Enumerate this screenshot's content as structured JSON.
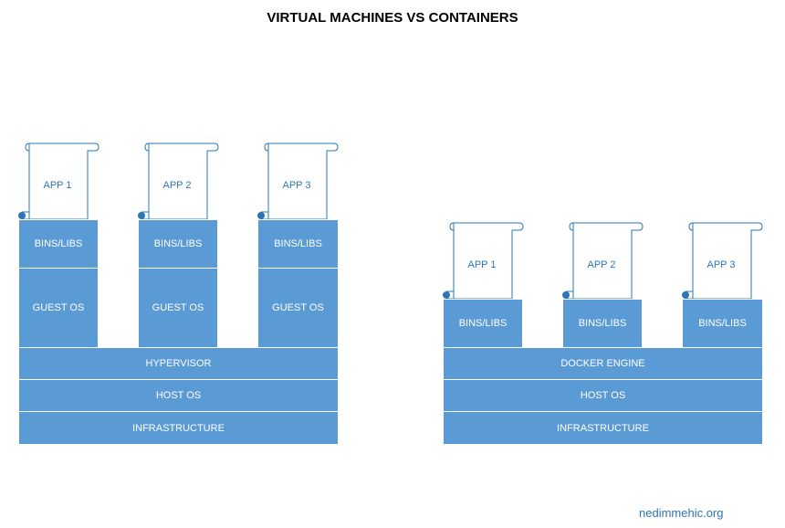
{
  "title": "VIRTUAL MACHINES VS CONTAINERS",
  "vm": {
    "apps": [
      "APP 1",
      "APP 2",
      "APP 3"
    ],
    "bins": [
      "BINS/LIBS",
      "BINS/LIBS",
      "BINS/LIBS"
    ],
    "guest_os": [
      "GUEST OS",
      "GUEST OS",
      "GUEST OS"
    ],
    "layers": [
      "HYPERVISOR",
      "HOST OS",
      "INFRASTRUCTURE"
    ]
  },
  "containers": {
    "apps": [
      "APP 1",
      "APP 2",
      "APP 3"
    ],
    "bins": [
      "BINS/LIBS",
      "BINS/LIBS",
      "BINS/LIBS"
    ],
    "layers": [
      "DOCKER ENGINE",
      "HOST OS",
      "INFRASTRUCTURE"
    ]
  },
  "footer": "nedimmehic.org",
  "colors": {
    "block": "#5b9bd5",
    "text_on_block": "#ffffff",
    "scroll_stroke": "#2e75b6",
    "scroll_text": "#2e75b6"
  }
}
